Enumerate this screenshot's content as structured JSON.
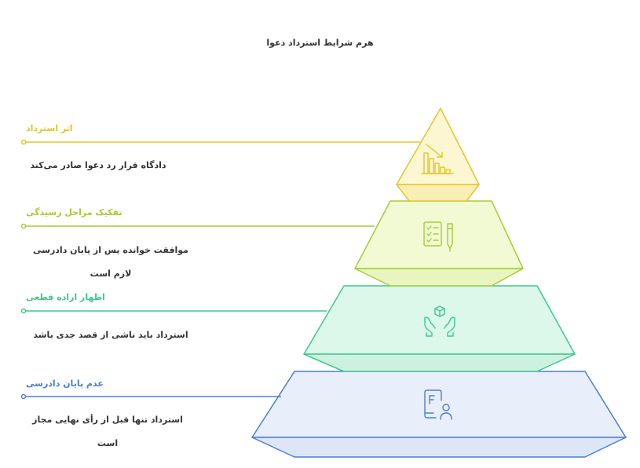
{
  "title": "هرم شرایط استرداد دعوا",
  "levels": [
    {
      "label": "اثر استرداد",
      "description": [
        "دادگاه قرار رد دعوا صادر می‌کند"
      ],
      "icon": "declining-bar-chart-icon",
      "color": "#e2c72a",
      "fill": "#fcf6d2"
    },
    {
      "label": "تفکیک مراحل رسیدگی",
      "description": [
        "موافقت خوانده پس از پایان دادرسی",
        "لازم است"
      ],
      "icon": "checklist-with-pen-icon",
      "color": "#a5cc35",
      "fill": "#f2fad4"
    },
    {
      "label": "اظهار اراده قطعی",
      "description": [
        "استرداد باید ناشی از قصد جدی باشد"
      ],
      "icon": "hands-holding-box-icon",
      "color": "#3ec98a",
      "fill": "#dcf8ea"
    },
    {
      "label": "عدم پایان دادرسی",
      "description": [
        "استرداد تنها قبل از رأی نهایی مجاز",
        "است"
      ],
      "icon": "document-with-user-icon",
      "color": "#4a7fd4",
      "fill": "#e8eefa"
    }
  ]
}
